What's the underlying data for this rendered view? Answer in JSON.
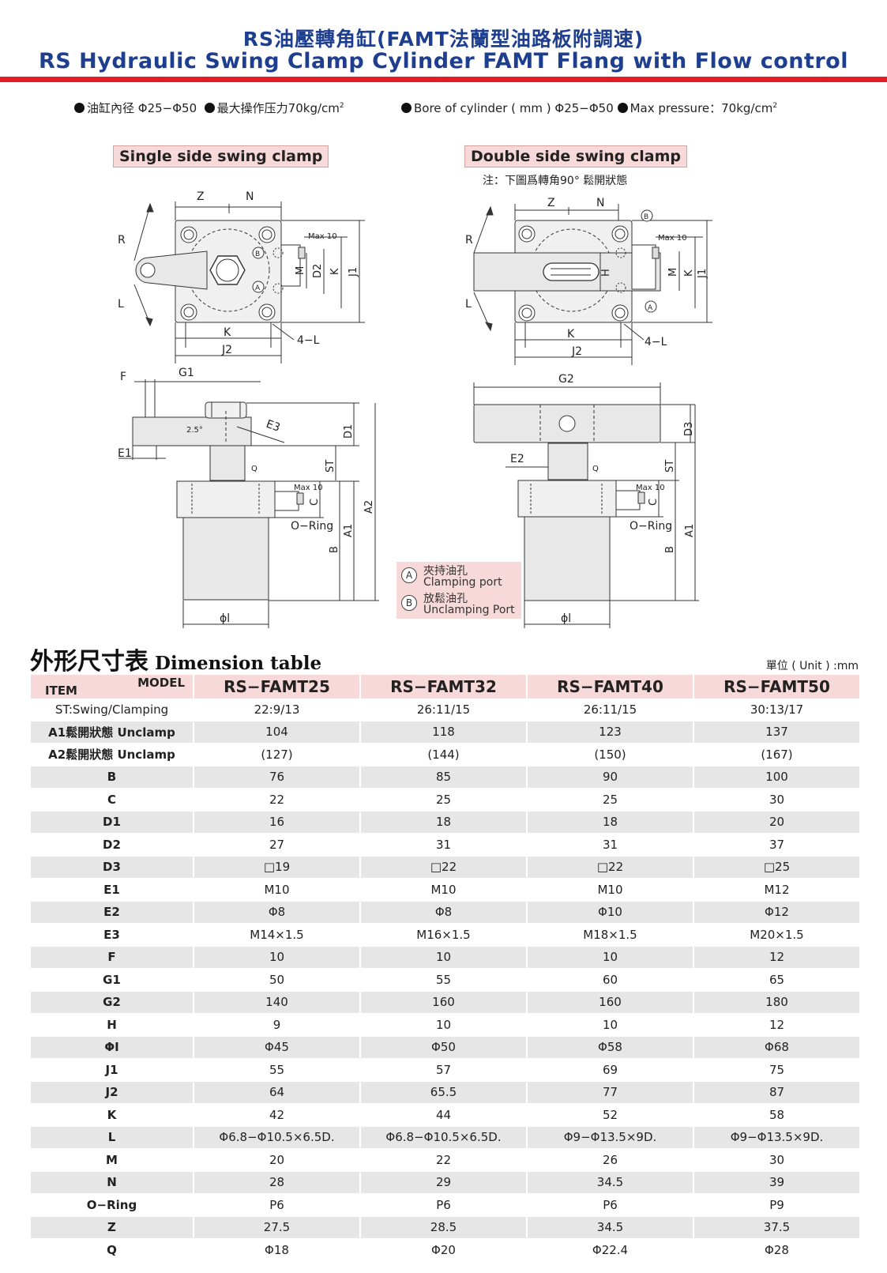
{
  "header": {
    "title_cn": "RS油壓轉角缸(FAMT法蘭型油路板附調速)",
    "title_en": "RS Hydraulic Swing Clamp Cylinder FAMT Flang with Flow control",
    "spec_cn_bore": "油缸內径 Φ25−Φ50",
    "spec_cn_pressure": "最大操作压力70kg/cm",
    "spec_en_bore": "Bore of cylinder ( mm ) Φ25−Φ50",
    "spec_en_pressure": "Max pressure：70kg/cm",
    "sup": "2"
  },
  "diagrams": {
    "single_label": "Single side swing clamp",
    "double_label": "Double side swing clamp",
    "double_note": "注：下圖爲轉角90° 鬆開狀態",
    "labels": {
      "Z": "Z",
      "N": "N",
      "R": "R",
      "L": "L",
      "B": "B",
      "A": "A",
      "M": "M",
      "D2": "D2",
      "K": "K",
      "J1": "J1",
      "J2": "J2",
      "four_L": "4−L",
      "max10": "Max 10",
      "F": "F",
      "G1": "G1",
      "G2": "G2",
      "E1": "E1",
      "E2": "E2",
      "E3": "E3",
      "D1": "D1",
      "D3": "D3",
      "ST": "ST",
      "Q": "Q",
      "C": "C",
      "A1": "A1",
      "A2": "A2",
      "oring": "O−Ring",
      "phi_l": "ϕl",
      "deg": "2.5°",
      "H": "H"
    },
    "ports": {
      "a_letter": "A",
      "a_cn": "夾持油孔",
      "a_en": "Clamping port",
      "b_letter": "B",
      "b_cn": "放鬆油孔",
      "b_en": "Unclamping Port"
    }
  },
  "table": {
    "title_cn": "外形尺寸表",
    "title_en": "Dimension table",
    "unit": "單位 ( Unit ) :mm",
    "corner_model": "MODEL",
    "corner_item": "ITEM",
    "models": [
      "RS−FAMT25",
      "RS−FAMT32",
      "RS−FAMT40",
      "RS−FAMT50"
    ],
    "rows": [
      {
        "label": "ST:Swing/Clamping",
        "values": [
          "22:9/13",
          "26:11/15",
          "26:11/15",
          "30:13/17"
        ]
      },
      {
        "label": "A1鬆開狀態 Unclamp",
        "values": [
          "104",
          "118",
          "123",
          "137"
        ]
      },
      {
        "label": "A2鬆開狀態 Unclamp",
        "values": [
          "(127)",
          "(144)",
          "(150)",
          "(167)"
        ]
      },
      {
        "label": "B",
        "values": [
          "76",
          "85",
          "90",
          "100"
        ]
      },
      {
        "label": "C",
        "values": [
          "22",
          "25",
          "25",
          "30"
        ]
      },
      {
        "label": "D1",
        "values": [
          "16",
          "18",
          "18",
          "20"
        ]
      },
      {
        "label": "D2",
        "values": [
          "27",
          "31",
          "31",
          "37"
        ]
      },
      {
        "label": "D3",
        "values": [
          "□19",
          "□22",
          "□22",
          "□25"
        ]
      },
      {
        "label": "E1",
        "values": [
          "M10",
          "M10",
          "M10",
          "M12"
        ]
      },
      {
        "label": "E2",
        "values": [
          "Φ8",
          "Φ8",
          "Φ10",
          "Φ12"
        ]
      },
      {
        "label": "E3",
        "values": [
          "M14×1.5",
          "M16×1.5",
          "M18×1.5",
          "M20×1.5"
        ]
      },
      {
        "label": "F",
        "values": [
          "10",
          "10",
          "10",
          "12"
        ]
      },
      {
        "label": "G1",
        "values": [
          "50",
          "55",
          "60",
          "65"
        ]
      },
      {
        "label": "G2",
        "values": [
          "140",
          "160",
          "160",
          "180"
        ]
      },
      {
        "label": "H",
        "values": [
          "9",
          "10",
          "10",
          "12"
        ]
      },
      {
        "label": "ΦI",
        "values": [
          "Φ45",
          "Φ50",
          "Φ58",
          "Φ68"
        ]
      },
      {
        "label": "J1",
        "values": [
          "55",
          "57",
          "69",
          "75"
        ]
      },
      {
        "label": "J2",
        "values": [
          "64",
          "65.5",
          "77",
          "87"
        ]
      },
      {
        "label": "K",
        "values": [
          "42",
          "44",
          "52",
          "58"
        ]
      },
      {
        "label": "L",
        "values": [
          "Φ6.8−Φ10.5×6.5D.",
          "Φ6.8−Φ10.5×6.5D.",
          "Φ9−Φ13.5×9D.",
          "Φ9−Φ13.5×9D."
        ]
      },
      {
        "label": "M",
        "values": [
          "20",
          "22",
          "26",
          "30"
        ]
      },
      {
        "label": "N",
        "values": [
          "28",
          "29",
          "34.5",
          "39"
        ]
      },
      {
        "label": "O−Ring",
        "values": [
          "P6",
          "P6",
          "P6",
          "P9"
        ]
      },
      {
        "label": "Z",
        "values": [
          "27.5",
          "28.5",
          "34.5",
          "37.5"
        ]
      },
      {
        "label": "Q",
        "values": [
          "Φ18",
          "Φ20",
          "Φ22.4",
          "Φ28"
        ]
      }
    ]
  },
  "colors": {
    "title_blue": "#1e3f8f",
    "accent_red": "#e21d26",
    "pink": "#f8d9d9",
    "row_gray": "#e6e6e6"
  }
}
